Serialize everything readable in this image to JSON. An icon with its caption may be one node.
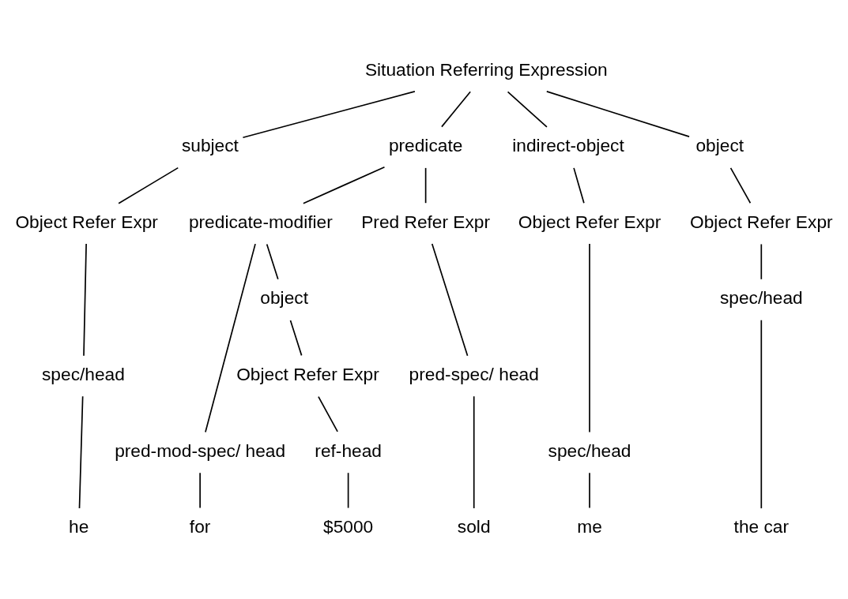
{
  "diagram": {
    "nodes": [
      {
        "text": [
          "Situation Referring Expression"
        ]
      },
      {
        "text": [
          "subject"
        ]
      },
      {
        "text": [
          "predicate"
        ]
      },
      {
        "text": [
          "indirect-object"
        ]
      },
      {
        "text": [
          "object"
        ]
      },
      {
        "text": [
          "predicate-modifier"
        ]
      },
      {
        "text": [
          "pred-mod-spec/ head"
        ]
      },
      {
        "text": [
          "object"
        ]
      },
      {
        "text": [
          "Object Refer Expr"
        ]
      },
      {
        "text": [
          "Pred Refer Expr"
        ]
      },
      {
        "text": [
          "Object Refer Expr"
        ]
      },
      {
        "text": [
          "Object Refer Expr"
        ]
      },
      {
        "text": [
          "Object Refer Expr"
        ]
      },
      {
        "text": [
          "spec/head"
        ]
      },
      {
        "text": [
          "pred-spec/ head"
        ]
      },
      {
        "text": [
          "spec/head"
        ]
      },
      {
        "text": [
          "spec/head"
        ]
      },
      {
        "text": [
          "ref-head"
        ]
      },
      {
        "text": [
          "he"
        ]
      },
      {
        "text": [
          "sold"
        ]
      },
      {
        "text": [
          "me"
        ]
      },
      {
        "text": [
          "the car"
        ]
      },
      {
        "text": [
          "for"
        ]
      },
      {
        "text": [
          "$5000"
        ]
      }
    ],
    "edges": [
      {
        "from": 0,
        "to": 1,
        "arrow": "none"
      },
      {
        "from": 0,
        "to": 2,
        "arrow": "none"
      },
      {
        "from": 0,
        "to": 3,
        "arrow": "none"
      },
      {
        "from": 0,
        "to": 4,
        "arrow": "none"
      },
      {
        "from": 2,
        "to": 5,
        "arrow": "none"
      },
      {
        "from": 5,
        "to": 6,
        "arrow": "none"
      },
      {
        "from": 5,
        "to": 7,
        "arrow": "none"
      },
      {
        "from": 1,
        "to": 8,
        "arrow": "none"
      },
      {
        "from": 2,
        "to": 9,
        "arrow": "none"
      },
      {
        "from": 3,
        "to": 10,
        "arrow": "none"
      },
      {
        "from": 4,
        "to": 11,
        "arrow": "none"
      },
      {
        "from": 7,
        "to": 12,
        "arrow": "none"
      },
      {
        "from": 8,
        "to": 13,
        "arrow": "none"
      },
      {
        "from": 9,
        "to": 14,
        "arrow": "none"
      },
      {
        "from": 10,
        "to": 15,
        "arrow": "none"
      },
      {
        "from": 11,
        "to": 16,
        "arrow": "none"
      },
      {
        "from": 12,
        "to": 17,
        "arrow": "none"
      },
      {
        "from": 13,
        "to": 18,
        "arrow": "none"
      },
      {
        "from": 14,
        "to": 19,
        "arrow": "none"
      },
      {
        "from": 15,
        "to": 20,
        "arrow": "none"
      },
      {
        "from": 16,
        "to": 21,
        "arrow": "none"
      },
      {
        "from": 6,
        "to": 22,
        "arrow": "none"
      },
      {
        "from": 17,
        "to": 23,
        "arrow": "none"
      }
    ]
  }
}
